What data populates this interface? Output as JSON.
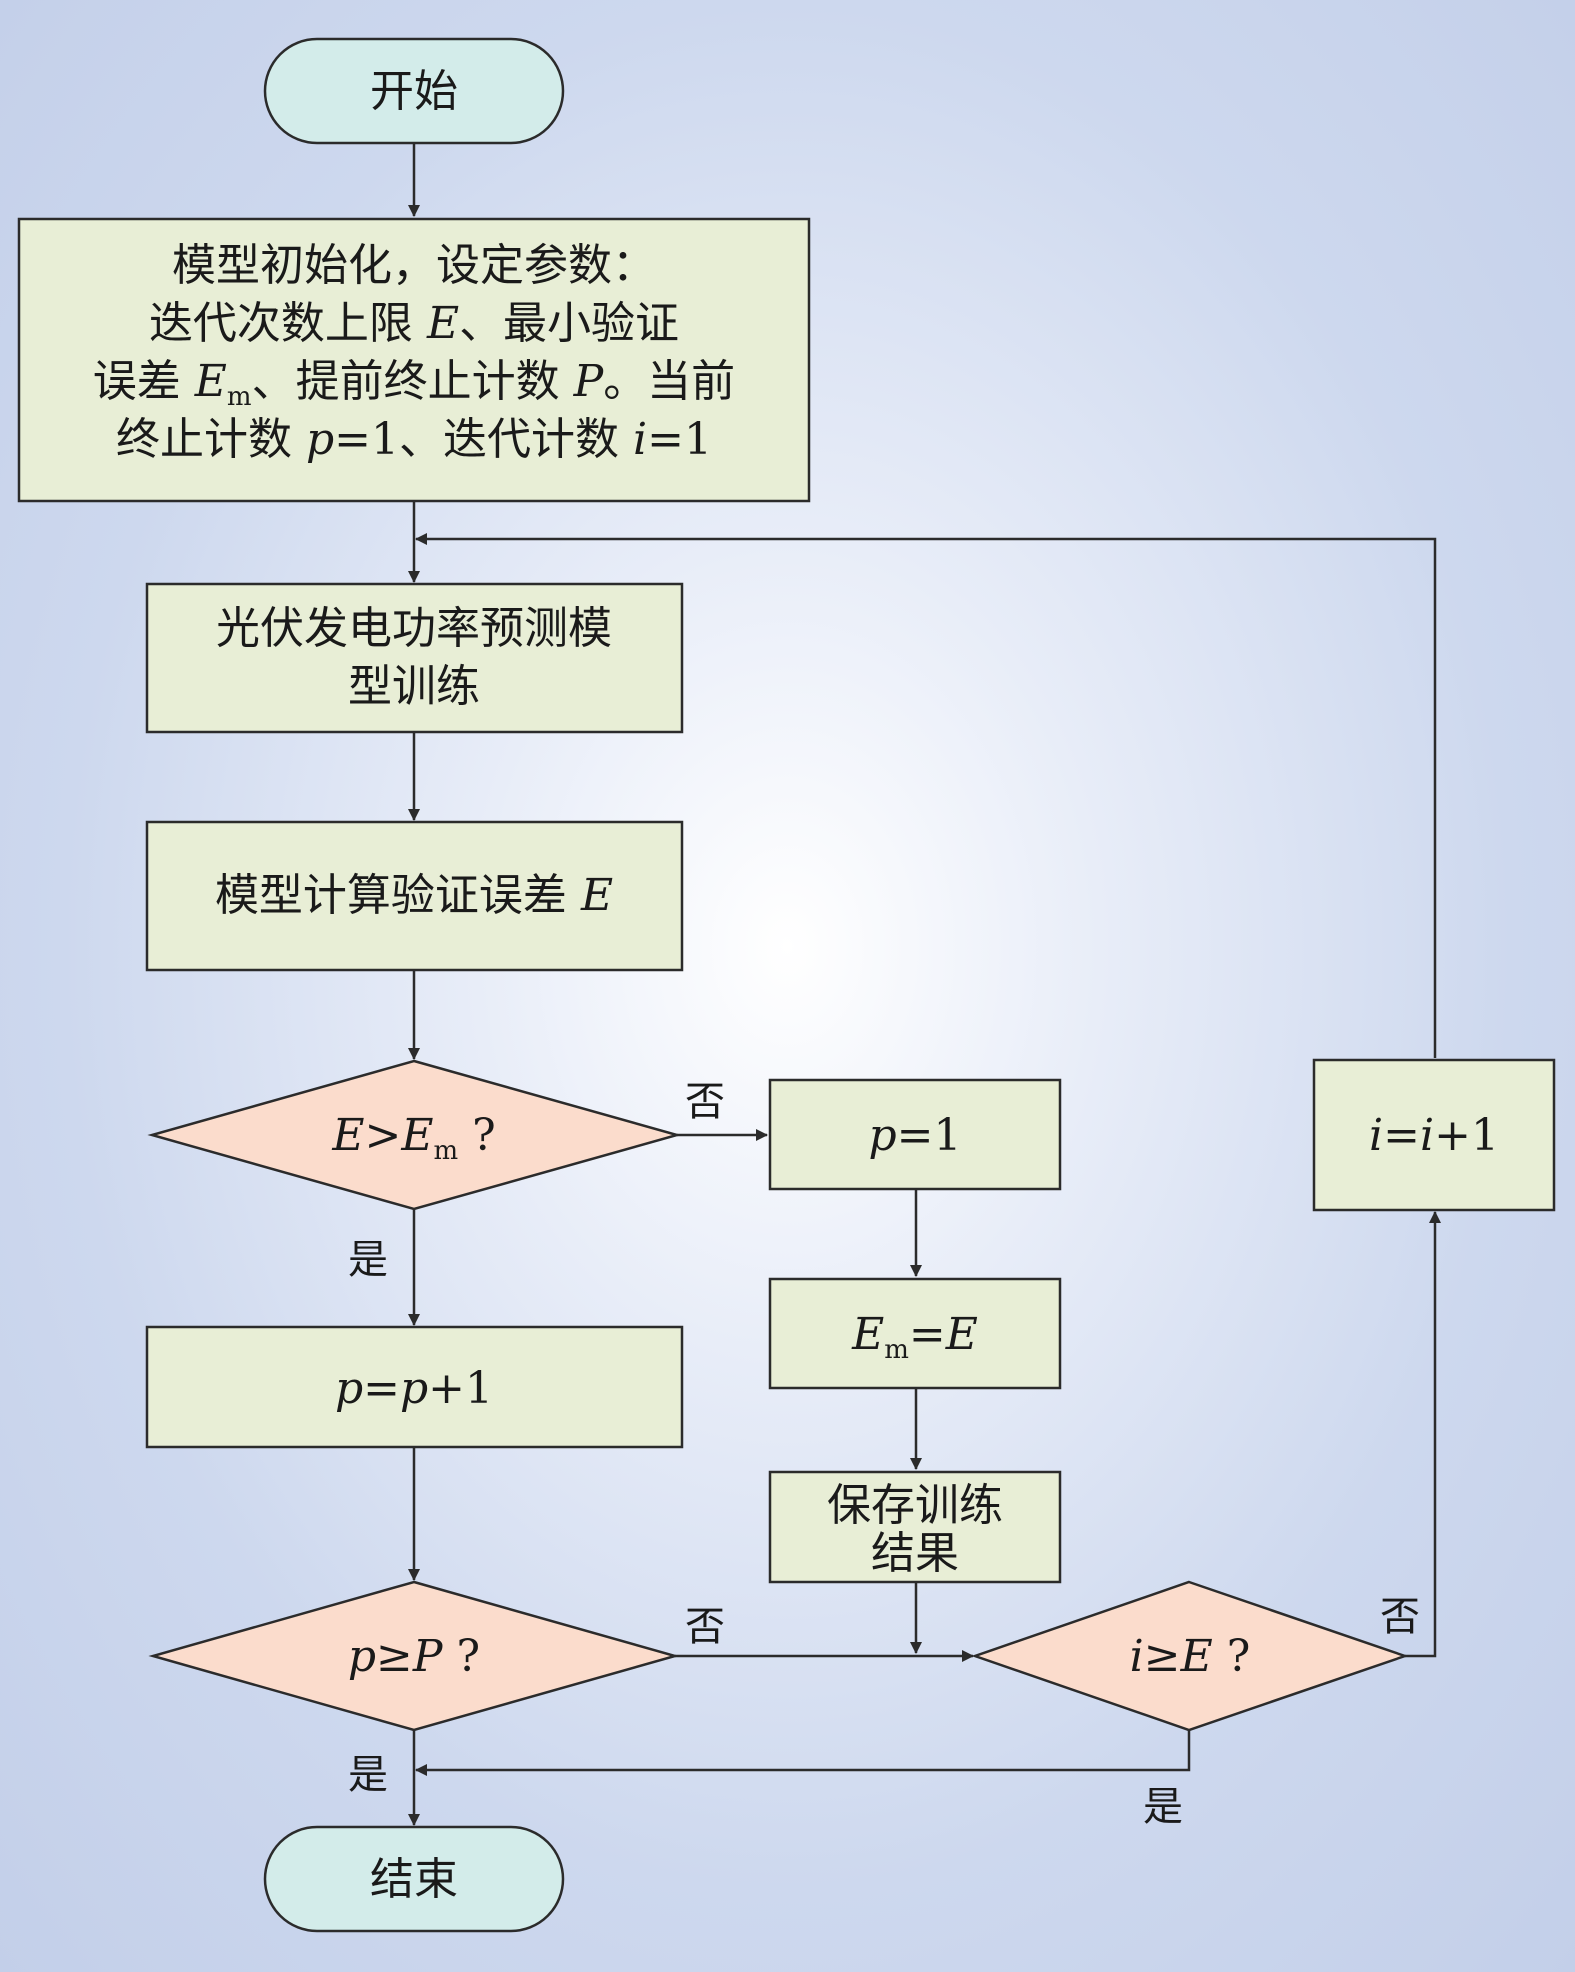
{
  "nodes": {
    "start": "开始",
    "init_line1": "模型初始化，设定参数：",
    "init_line2": "迭代次数上限",
    "init_var_E": "E",
    "init_line2b": "、最小验证",
    "init_line3": "误差",
    "init_var_Em": "E",
    "init_sub_m": "m",
    "init_line3b": "、提前终止计数",
    "init_var_P": "P",
    "init_line3c": "。当前",
    "init_line4": "终止计数",
    "init_var_p": "p",
    "init_eq1": "=1、迭代计数",
    "init_var_i": "i",
    "init_eq2": "=1",
    "train_line1": "光伏发电功率预测模",
    "train_line2": "型训练",
    "calc_text": "模型计算验证误差",
    "calc_var": "E",
    "d1_var1": "E",
    "d1_op": ">",
    "d1_var2": "E",
    "d1_sub": "m",
    "d1_q": "?",
    "p_reset_var": "p",
    "p_reset_eq": "=1",
    "em_var1": "E",
    "em_sub": "m",
    "em_eq": "=",
    "em_var2": "E",
    "save_line1": "保存训练",
    "save_line2": "结果",
    "pinc_var1": "p",
    "pinc_eq": "=",
    "pinc_var2": "p",
    "pinc_plus": "+1",
    "d2_var1": "p",
    "d2_op": "≥",
    "d2_var2": "P",
    "d2_q": "?",
    "d3_var1": "i",
    "d3_op": "≥",
    "d3_var2": "E",
    "d3_q": "?",
    "iinc_var1": "i",
    "iinc_eq": "=",
    "iinc_var2": "i",
    "iinc_plus": "+1",
    "end": "结束"
  },
  "labels": {
    "no": "否",
    "yes": "是"
  }
}
